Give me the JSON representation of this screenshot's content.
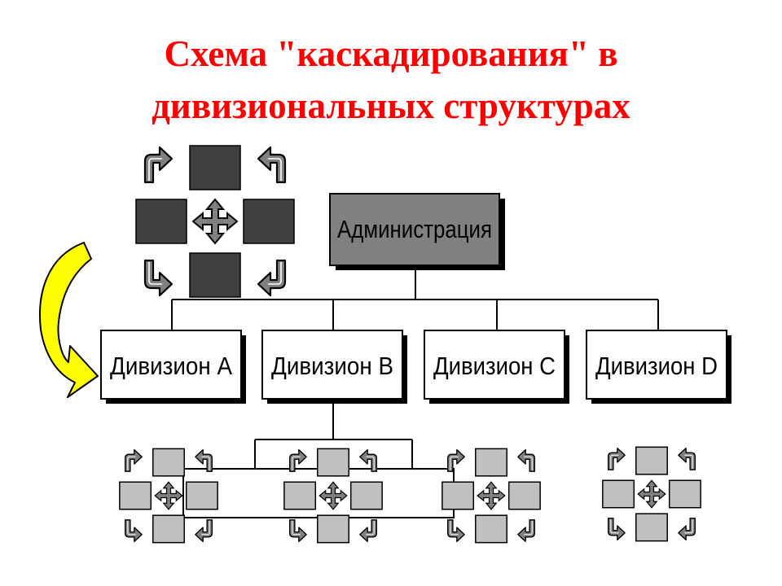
{
  "title": {
    "line1": "Схема \"каскадирования\" в",
    "line2": "дивизиональных структурах"
  },
  "administration": {
    "label": "Администрация"
  },
  "divisions": [
    {
      "label": "Дивизион A"
    },
    {
      "label": "Дивизион B"
    },
    {
      "label": "Дивизион C"
    },
    {
      "label": "Дивизион D"
    }
  ],
  "colors": {
    "title": "#ff0000",
    "admin_fill": "#808080",
    "big_cluster_squares": "#404040",
    "small_cluster_squares": "#c0c0c0",
    "arrow_yellow": "#ffff00",
    "box_shadow": "#000000"
  },
  "icons": {
    "cascade_arrow": "curved-arrow-down-icon",
    "cluster_center": "four-way-move-icon",
    "cluster_corner": "bent-arrow-icon"
  }
}
